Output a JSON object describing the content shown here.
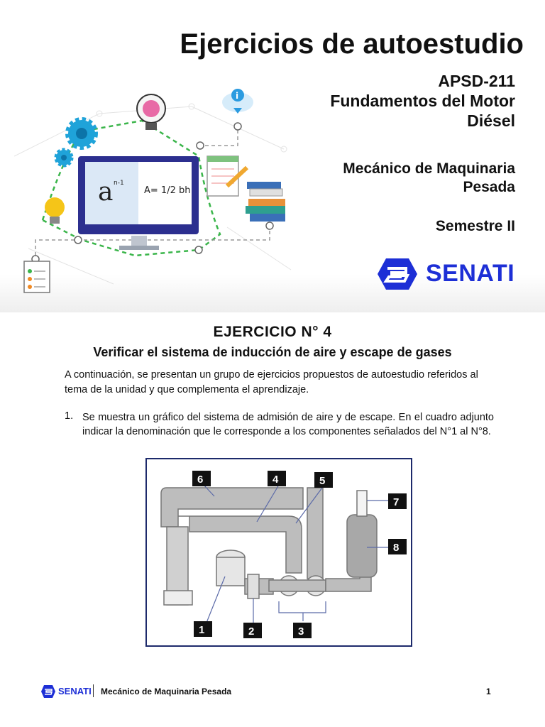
{
  "header": {
    "main_title": "Ejercicios de autoestudio",
    "course_code": "APSD-211",
    "course_name": "Fundamentos del Motor Diésel",
    "career": "Mecánico de Maquinaria Pesada",
    "semester": "Semestre II",
    "logo_text": "SENATI",
    "illustration_formula": "A= 1/2 bh",
    "illustration_symbol": "a",
    "illustration_exponent": "n-1"
  },
  "exercise": {
    "title": "EJERCICIO N° 4",
    "subtitle": "Verificar el sistema de inducción de aire y escape de gases",
    "intro": "A continuación, se presentan un grupo de ejercicios propuestos de autoestudio referidos al tema de la unidad y que complementa el aprendizaje.",
    "items": [
      {
        "number": "1.",
        "text": "Se muestra un gráfico del sistema de admisión de aire y de escape. En el cuadro adjunto indicar la denominación que le corresponde a los componentes señalados del N°1 al N°8."
      }
    ]
  },
  "figure": {
    "labels": [
      "1",
      "2",
      "3",
      "4",
      "5",
      "6",
      "7",
      "8"
    ]
  },
  "footer": {
    "logo_text": "SENATI",
    "text": "Mecánico de Maquinaria Pesada",
    "page": "1"
  },
  "colors": {
    "brand_blue": "#1d2fd6",
    "frame_blue": "#1d2a6b",
    "pipe_gray": "#b9b9b9",
    "dashed_green": "#3ab54a"
  }
}
